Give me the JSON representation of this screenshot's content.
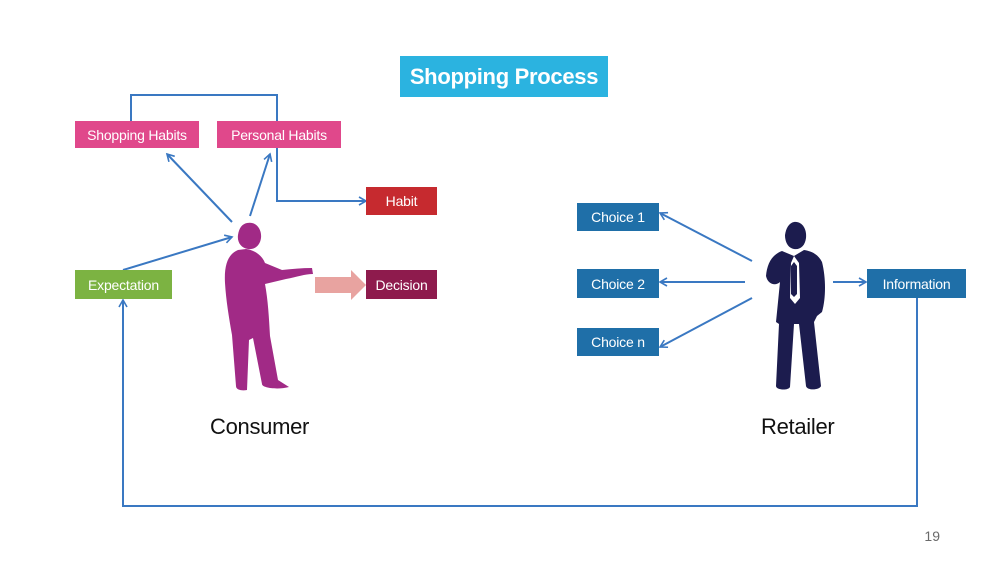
{
  "title": "Shopping Process",
  "colors": {
    "title_bg": "#2bb3e0",
    "pink": "#e0488b",
    "red": "#c62a2f",
    "maroon": "#8e1b4d",
    "green": "#7cb342",
    "blue": "#1f6fa8",
    "connector": "#3a78c2",
    "consumer_figure": "#a12a86",
    "retailer_figure": "#1c1c4e",
    "decision_arrow": "#e8a3a0"
  },
  "consumer": {
    "label": "Consumer",
    "boxes": {
      "shopping_habits": "Shopping Habits",
      "personal_habits": "Personal Habits",
      "habit": "Habit",
      "decision": "Decision",
      "expectation": "Expectation"
    }
  },
  "retailer": {
    "label": "Retailer",
    "boxes": {
      "choice_1": "Choice 1",
      "choice_2": "Choice 2",
      "choice_n": "Choice n",
      "information": "Information"
    }
  },
  "page_number": "19"
}
